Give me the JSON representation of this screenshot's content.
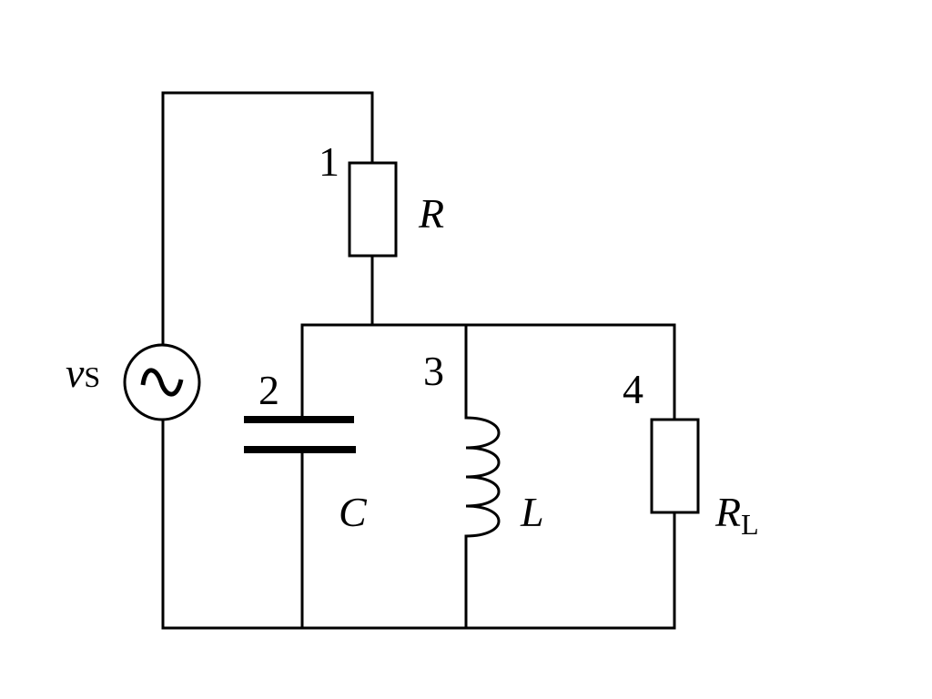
{
  "components": {
    "source": {
      "symbol": "v",
      "subscript": "S"
    },
    "resistor": {
      "number": "1",
      "symbol": "R"
    },
    "capacitor": {
      "number": "2",
      "symbol": "C"
    },
    "inductor": {
      "number": "3",
      "symbol": "L"
    },
    "load": {
      "number": "4",
      "symbol": "R",
      "subscript": "L"
    }
  }
}
